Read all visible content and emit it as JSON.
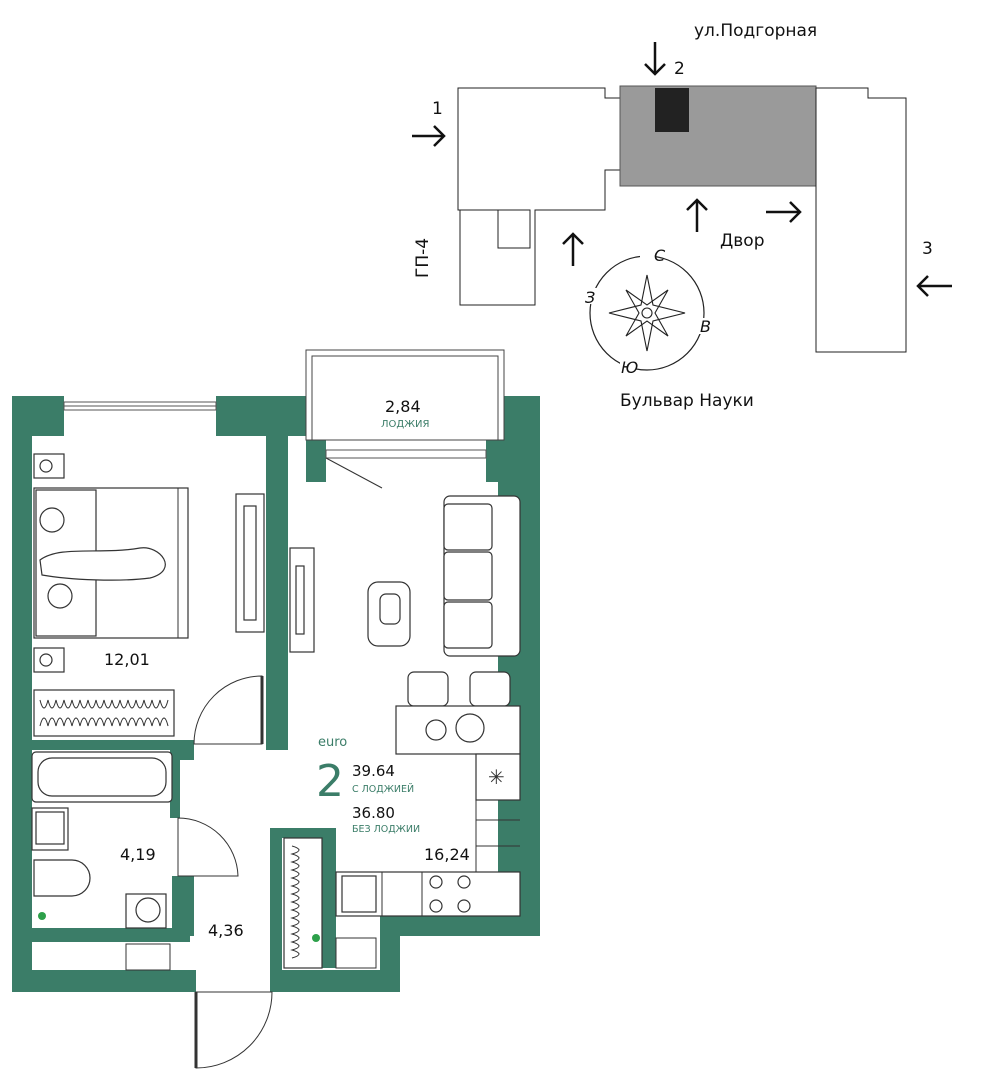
{
  "site_plan": {
    "street_top": "ул.Подгорная",
    "street_bottom": "Бульвар Науки",
    "courtyard": "Двор",
    "building_label": "ГП-4",
    "entrances": [
      "1",
      "2",
      "3"
    ],
    "compass": {
      "north": "С",
      "east": "В",
      "south": "Ю",
      "west": "З"
    },
    "highlight_color": "#9a9a9a"
  },
  "apartment": {
    "class": "euro",
    "rooms": "2",
    "area_with_loggia": "39.64",
    "area_with_loggia_label": "С ЛОДЖИЕЙ",
    "area_without_loggia": "36.80",
    "area_without_loggia_label": "БЕЗ ЛОДЖИИ",
    "accent_color": "#3b7d68"
  },
  "room_areas": {
    "loggia": "2,84",
    "loggia_label": "ЛОДЖИЯ",
    "bedroom": "12,01",
    "bathroom": "4,19",
    "hall": "4,36",
    "kitchen_living": "16,24"
  }
}
